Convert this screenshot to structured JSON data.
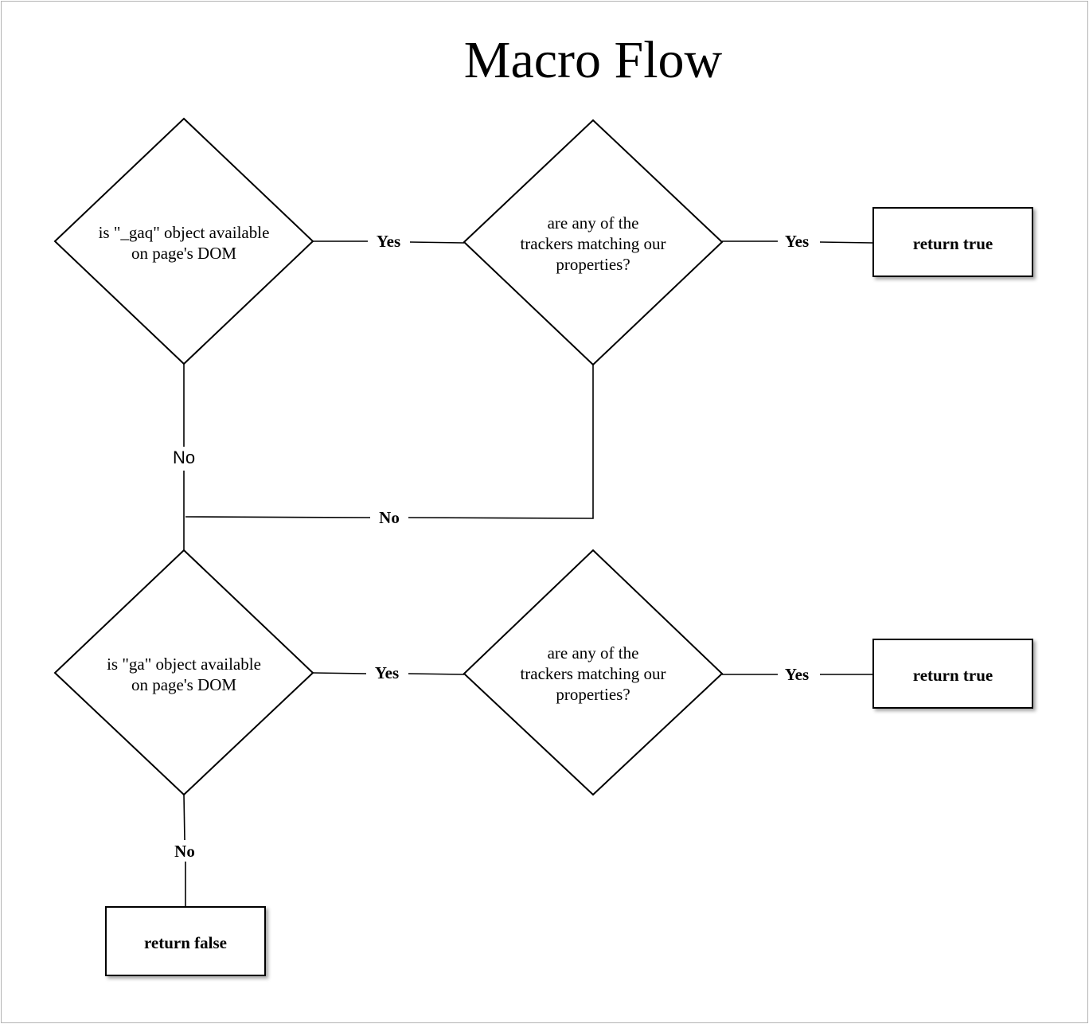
{
  "title": "Macro Flow",
  "nodes": {
    "decision_gaq": {
      "lines": [
        "is \"_gaq\" object available",
        "on page's DOM"
      ]
    },
    "decision_trackers_1": {
      "lines": [
        "are any of  the",
        "trackers matching our",
        "properties?"
      ]
    },
    "return_true_1": {
      "label": "return true"
    },
    "decision_ga": {
      "lines": [
        "is \"ga\" object available",
        "on page's DOM"
      ]
    },
    "decision_trackers_2": {
      "lines": [
        "are any of  the",
        "trackers matching our",
        "properties?"
      ]
    },
    "return_true_2": {
      "label": "return true"
    },
    "return_false": {
      "label": "return false"
    }
  },
  "edges": {
    "gaq_yes": "Yes",
    "trackers1_yes": "Yes",
    "gaq_no": "No",
    "trackers1_no": "No",
    "ga_yes": "Yes",
    "trackers2_yes": "Yes",
    "ga_no": "No"
  }
}
